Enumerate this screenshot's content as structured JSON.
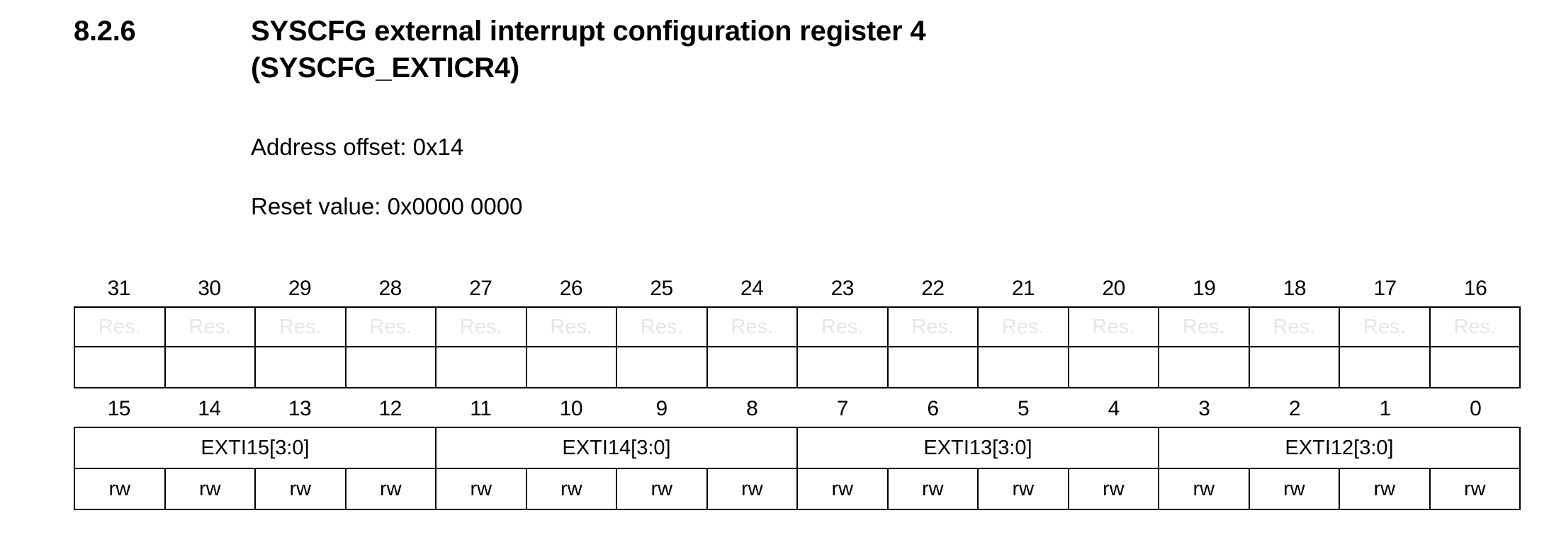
{
  "heading": {
    "number": "8.2.6",
    "title": "SYSCFG external interrupt configuration register 4 (SYSCFG_EXTICR4)"
  },
  "meta": {
    "address_offset": "Address offset: 0x14",
    "reset_value": "Reset value: 0x0000 0000"
  },
  "register_high": {
    "bit_numbers": [
      "31",
      "30",
      "29",
      "28",
      "27",
      "26",
      "25",
      "24",
      "23",
      "22",
      "21",
      "20",
      "19",
      "18",
      "17",
      "16"
    ],
    "row_reserved": [
      "Res.",
      "Res.",
      "Res.",
      "Res.",
      "Res.",
      "Res.",
      "Res.",
      "Res.",
      "Res.",
      "Res.",
      "Res.",
      "Res.",
      "Res.",
      "Res.",
      "Res.",
      "Res."
    ],
    "row_access": [
      "",
      "",
      "",
      "",
      "",
      "",
      "",
      "",
      "",
      "",
      "",
      "",
      "",
      "",
      "",
      ""
    ]
  },
  "register_low": {
    "bit_numbers": [
      "15",
      "14",
      "13",
      "12",
      "11",
      "10",
      "9",
      "8",
      "7",
      "6",
      "5",
      "4",
      "3",
      "2",
      "1",
      "0"
    ],
    "fields": [
      {
        "label": "EXTI15[3:0]",
        "span": 4
      },
      {
        "label": "EXTI14[3:0]",
        "span": 4
      },
      {
        "label": "EXTI13[3:0]",
        "span": 4
      },
      {
        "label": "EXTI12[3:0]",
        "span": 4
      }
    ],
    "row_access": [
      "rw",
      "rw",
      "rw",
      "rw",
      "rw",
      "rw",
      "rw",
      "rw",
      "rw",
      "rw",
      "rw",
      "rw",
      "rw",
      "rw",
      "rw",
      "rw"
    ]
  },
  "colors": {
    "text": "#000000",
    "reserved_text": "#e6e6e6",
    "border": "#000000",
    "background": "#ffffff"
  }
}
